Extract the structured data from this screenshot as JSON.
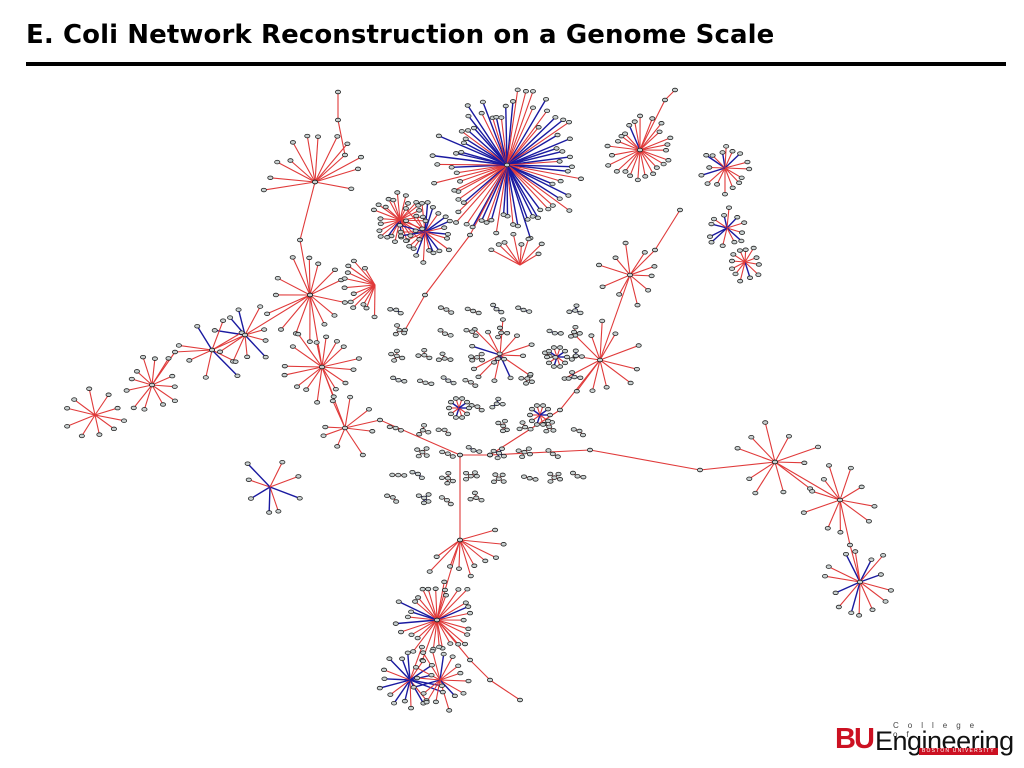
{
  "slide": {
    "title": "E. Coli Network Reconstruction on a Genome Scale"
  },
  "logo": {
    "bu": "BU",
    "engineering": "Engineering",
    "college_of": "College of",
    "boston_university": "BOSTON UNIVERSITY"
  },
  "colors": {
    "edge_red": "#e03a3a",
    "edge_blue": "#1a1aa0",
    "node_fill": "#c8d0d0",
    "node_stroke": "#222222",
    "logo_red": "#cc1122",
    "text": "#000000"
  }
}
